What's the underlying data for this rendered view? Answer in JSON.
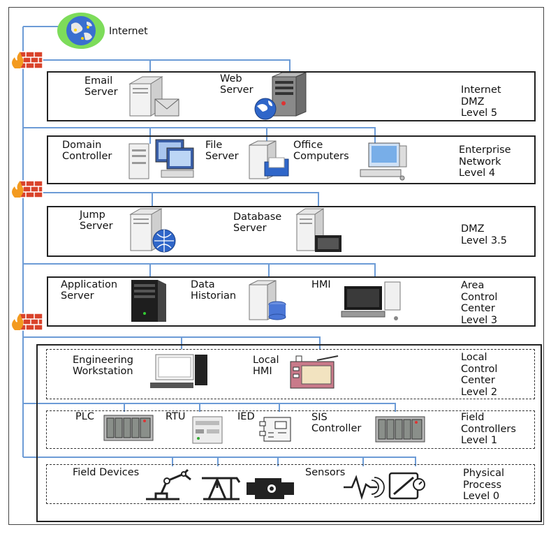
{
  "internet": {
    "label": "Internet"
  },
  "levels": [
    {
      "id": "l5",
      "title": "Internet\nDMZ\nLevel 5",
      "nodes": [
        {
          "label": "Email\nServer",
          "icon": "email-server-icon"
        },
        {
          "label": "Web\nServer",
          "icon": "web-server-icon"
        }
      ]
    },
    {
      "id": "l4",
      "title": "Enterprise\nNetwork\nLevel 4",
      "nodes": [
        {
          "label": "Domain\nController",
          "icon": "domain-controller-icon"
        },
        {
          "label": "File\nServer",
          "icon": "file-server-icon"
        },
        {
          "label": "Office\nComputers",
          "icon": "office-computer-icon"
        }
      ]
    },
    {
      "id": "l35",
      "title": "DMZ\nLevel 3.5",
      "nodes": [
        {
          "label": "Jump\nServer",
          "icon": "jump-server-icon"
        },
        {
          "label": "Database\nServer",
          "icon": "database-server-icon"
        }
      ]
    },
    {
      "id": "l3",
      "title": "Area\nControl\nCenter\nLevel 3",
      "nodes": [
        {
          "label": "Application\nServer",
          "icon": "application-server-icon"
        },
        {
          "label": "Data\nHistorian",
          "icon": "data-historian-icon"
        },
        {
          "label": "HMI",
          "icon": "hmi-computer-icon"
        }
      ]
    },
    {
      "id": "l2",
      "title": "Local\nControl\nCenter\nLevel 2",
      "nodes": [
        {
          "label": "Engineering\nWorkstation",
          "icon": "engineering-workstation-icon"
        },
        {
          "label": "Local\nHMI",
          "icon": "local-hmi-panel-icon"
        }
      ]
    },
    {
      "id": "l1",
      "title": "Field\nControllers\nLevel 1",
      "nodes": [
        {
          "label": "PLC",
          "icon": "plc-icon"
        },
        {
          "label": "RTU",
          "icon": "rtu-icon"
        },
        {
          "label": "IED",
          "icon": "ied-icon"
        },
        {
          "label": "SIS\nController",
          "icon": "sis-controller-icon"
        }
      ]
    },
    {
      "id": "l0",
      "title": "Physical\nProcess\nLevel 0",
      "nodes": [
        {
          "label": "Field Devices",
          "icon": "field-devices-icon"
        },
        {
          "label": "Sensors",
          "icon": "sensors-icon"
        }
      ]
    }
  ],
  "colors": {
    "wire": "#6c9bd6",
    "firewall": "#d9432b",
    "globe": "#3a6fcf",
    "halo": "#7ddc5a"
  },
  "firewalls": [
    "firewall-icon",
    "firewall-icon",
    "firewall-icon"
  ]
}
